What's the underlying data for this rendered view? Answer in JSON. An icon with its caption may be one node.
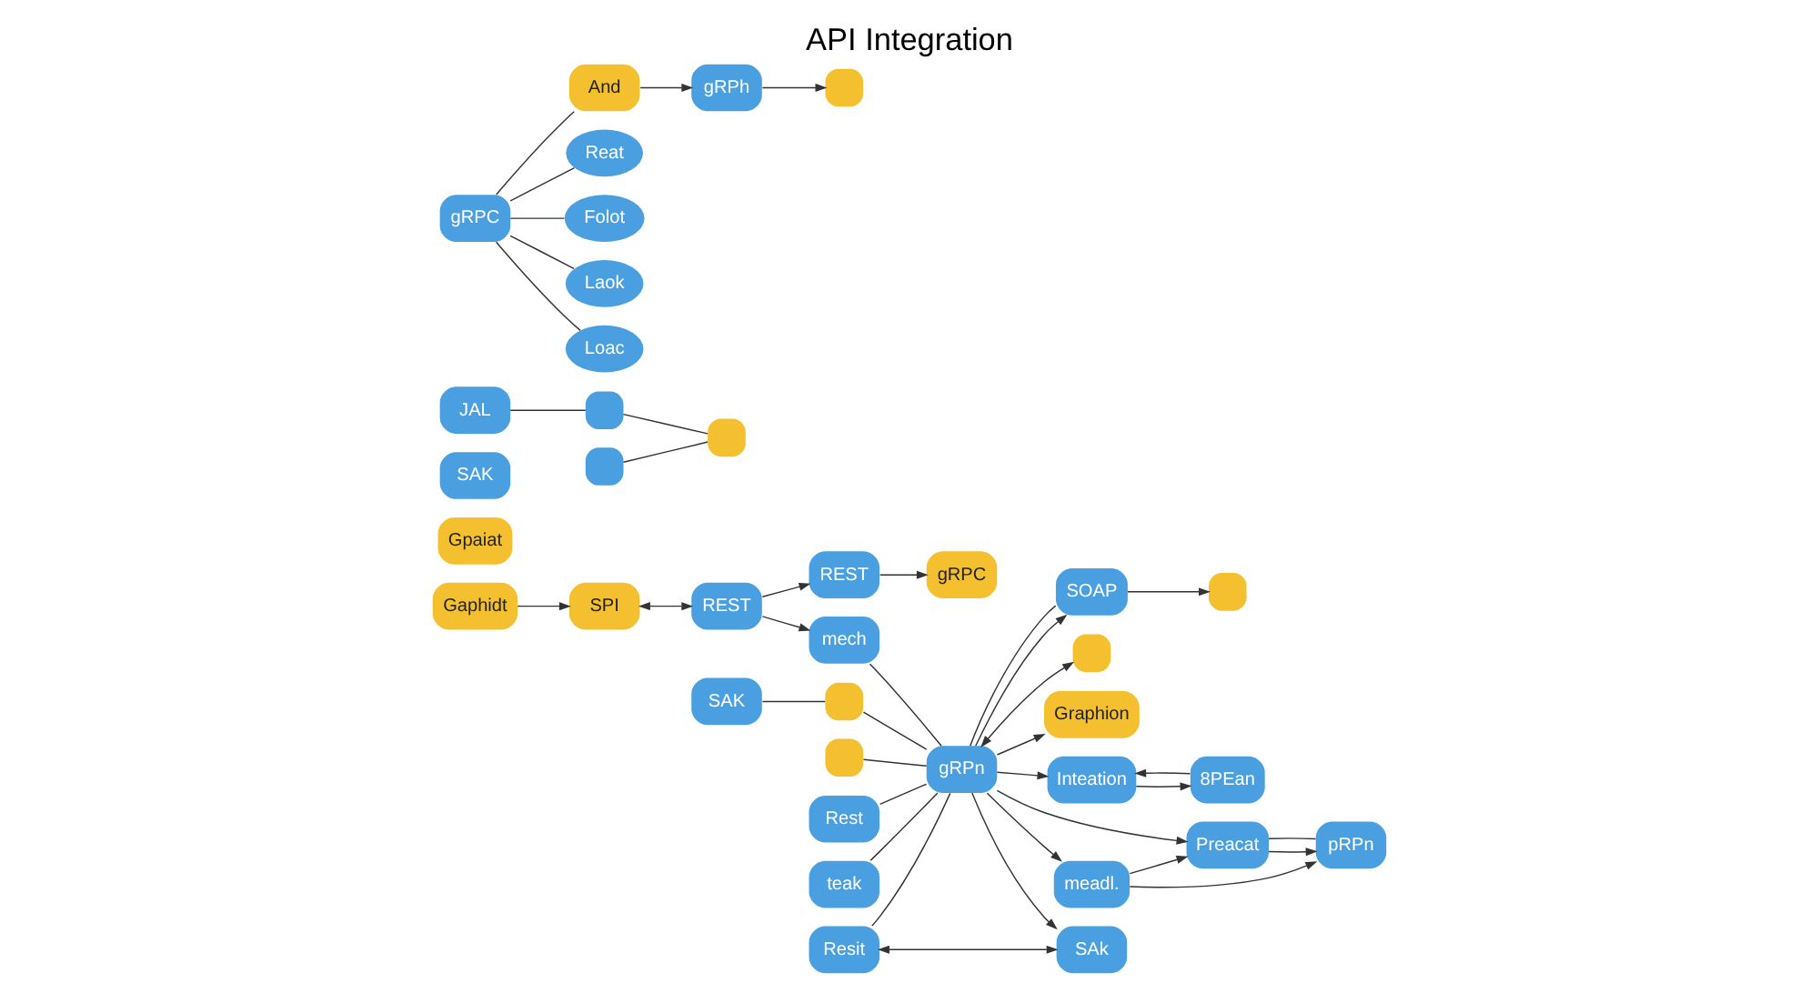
{
  "diagram": {
    "title": "API Integration",
    "nodes": [
      {
        "text": [
          "Gaphidt"
        ]
      },
      {
        "text": [
          "Gpaiat"
        ]
      },
      {
        "text": [
          "SPI"
        ]
      },
      {
        "text": [
          "REST"
        ]
      },
      {
        "text": [
          "Resit"
        ]
      },
      {
        "text": [
          "mech"
        ]
      },
      {
        "text": [
          "SAK"
        ]
      },
      {
        "text": [
          "REST"
        ]
      },
      {
        "text": [
          "SOAP"
        ]
      },
      {
        "text": [
          "gRPC"
        ]
      },
      {
        "text": [],
        "shape": "box"
      },
      {
        "text": [],
        "shape": "box"
      },
      {
        "text": [
          "SAk"
        ]
      },
      {
        "text": [],
        "shape": "box"
      },
      {
        "text": [
          "gRPn"
        ]
      },
      {
        "text": [
          "Rest"
        ]
      },
      {
        "text": [
          "teak"
        ]
      },
      {
        "text": [],
        "shape": "box"
      },
      {
        "text": [
          "Graphion"
        ]
      },
      {
        "text": [
          "SAK"
        ]
      },
      {
        "text": [
          "JAL"
        ]
      },
      {
        "text": [],
        "shape": "box"
      },
      {
        "text": [],
        "shape": "box"
      },
      {
        "text": [],
        "shape": "box"
      },
      {
        "text": [
          "Inteation"
        ]
      },
      {
        "text": [
          "meadl."
        ]
      },
      {
        "text": [
          "Preacat"
        ]
      },
      {
        "text": [
          "8PEan"
        ]
      },
      {
        "text": [
          "pRPn"
        ]
      },
      {
        "text": [
          "gRPC"
        ]
      },
      {
        "text": [
          "And"
        ]
      },
      {
        "text": [
          "gRPh"
        ]
      },
      {
        "text": [],
        "shape": "box"
      },
      {
        "text": [
          "Reat"
        ]
      },
      {
        "text": [
          "Folot"
        ]
      },
      {
        "text": [
          "Laok"
        ]
      },
      {
        "text": [
          "Loac"
        ]
      }
    ],
    "edges": [
      {
        "from": 0,
        "to": 2,
        "arrow": "to"
      },
      {
        "from": 2,
        "to": 3,
        "arrow": "both"
      },
      {
        "from": 3,
        "to": 5,
        "arrow": "to"
      },
      {
        "from": 3,
        "to": 7,
        "arrow": "to"
      },
      {
        "from": 7,
        "to": 9,
        "arrow": "to"
      },
      {
        "from": 8,
        "to": 10,
        "arrow": "to"
      },
      {
        "from": 14,
        "to": 8,
        "arrow": "to"
      },
      {
        "from": 8,
        "to": 14,
        "arrow": "none"
      },
      {
        "from": 4,
        "to": 12,
        "arrow": "both"
      },
      {
        "from": 4,
        "to": 14,
        "arrow": "none"
      },
      {
        "from": 6,
        "to": 11,
        "arrow": "none"
      },
      {
        "from": 11,
        "to": 14,
        "arrow": "none"
      },
      {
        "from": 14,
        "to": 12,
        "arrow": "to"
      },
      {
        "from": 5,
        "to": 14,
        "arrow": "none"
      },
      {
        "from": 13,
        "to": 14,
        "arrow": "none"
      },
      {
        "from": 14,
        "to": 17,
        "arrow": "both"
      },
      {
        "from": 14,
        "to": 18,
        "arrow": "to"
      },
      {
        "from": 15,
        "to": 14,
        "arrow": "none"
      },
      {
        "from": 16,
        "to": 14,
        "arrow": "none"
      },
      {
        "from": 14,
        "to": 24,
        "arrow": "to"
      },
      {
        "from": 14,
        "to": 25,
        "arrow": "to"
      },
      {
        "from": 14,
        "to": 26,
        "arrow": "to"
      },
      {
        "from": 25,
        "to": 26,
        "arrow": "to"
      },
      {
        "from": 25,
        "to": 28,
        "arrow": "to"
      },
      {
        "from": 24,
        "to": 27,
        "arrow": "to"
      },
      {
        "from": 27,
        "to": 24,
        "arrow": "to"
      },
      {
        "from": 26,
        "to": 28,
        "arrow": "to"
      },
      {
        "from": 26,
        "to": 28,
        "arrow": "none"
      },
      {
        "from": 20,
        "to": 21,
        "arrow": "none"
      },
      {
        "from": 21,
        "to": 23,
        "arrow": "none"
      },
      {
        "from": 22,
        "to": 23,
        "arrow": "none"
      },
      {
        "from": 29,
        "to": 30,
        "arrow": "none"
      },
      {
        "from": 30,
        "to": 31,
        "arrow": "to"
      },
      {
        "from": 31,
        "to": 32,
        "arrow": "to"
      },
      {
        "from": 29,
        "to": 33,
        "arrow": "none"
      },
      {
        "from": 29,
        "to": 34,
        "arrow": "none"
      },
      {
        "from": 29,
        "to": 35,
        "arrow": "none"
      },
      {
        "from": 29,
        "to": 36,
        "arrow": "none"
      }
    ]
  }
}
